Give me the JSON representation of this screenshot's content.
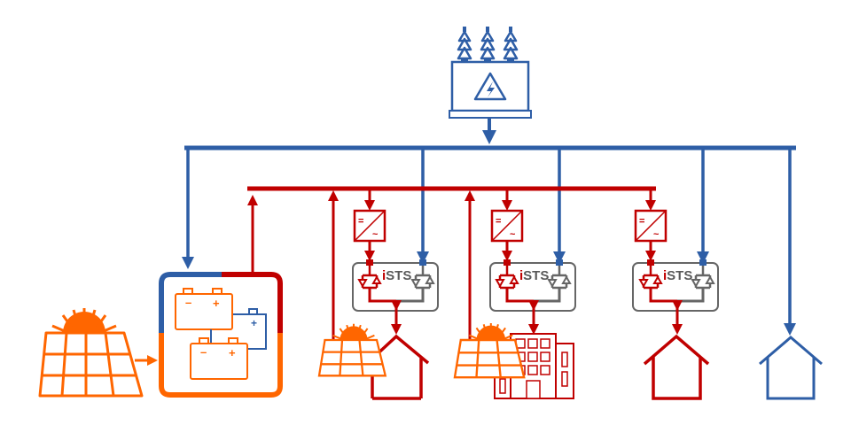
{
  "colors": {
    "grid_blue": "#2e5ea6",
    "dc_red": "#c00000",
    "pv_orange": "#ff6600",
    "switch_gray": "#666666"
  },
  "icons": [
    "transformer-icon",
    "battery-storage-icon",
    "solar-panel-icon",
    "converter-icon",
    "thyristor-switch-icon",
    "house-icon",
    "building-icon"
  ],
  "switches": [
    {
      "prefix": "i",
      "label": "STS",
      "dc_symbol": "=",
      "ac_symbol": "~"
    },
    {
      "prefix": "i",
      "label": "STS",
      "dc_symbol": "=",
      "ac_symbol": "~"
    },
    {
      "prefix": "i",
      "label": "STS",
      "dc_symbol": "=",
      "ac_symbol": "~"
    }
  ]
}
